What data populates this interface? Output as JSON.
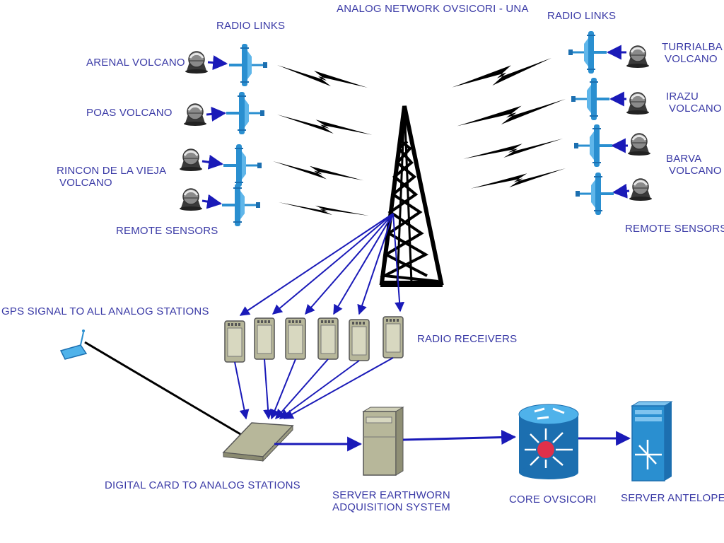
{
  "title": "ANALOG NETWORK OVSICORI - UNA",
  "labels": {
    "radio_links_left": "RADIO LINKS",
    "radio_links_right": "RADIO LINKS",
    "arenal": "ARENAL VOLCANO",
    "poas": "POAS VOLCANO",
    "rincon_line1": "RINCON DE LA VIEJA",
    "rincon_line2": "VOLCANO",
    "remote_left": "REMOTE SENSORS",
    "turrialba_line1": "TURRIALBA",
    "turrialba_line2": "VOLCANO",
    "irazu_line1": "IRAZU",
    "irazu_line2": "VOLCANO",
    "barva_line1": "BARVA",
    "barva_line2": "VOLCANO",
    "remote_right": "REMOTE SENSORS",
    "gps": "GPS SIGNAL TO ALL ANALOG STATIONS",
    "radio_receivers": "RADIO RECEIVERS",
    "digital_card": "DIGITAL CARD TO ANALOG STATIONS",
    "server_ew_line1": "SERVER EARTHWORN",
    "server_ew_line2": "ADQUISITION SYSTEM",
    "core": "CORE OVSICORI",
    "server_antelope": "SERVER ANTELOPE"
  },
  "colors": {
    "label_text": "#3a3aa6",
    "arrow_blue": "#1a1ab8",
    "antenna_blue": "#2a8fd0",
    "tower_black": "#000000",
    "device_beige": "#b7b79a",
    "router_blue": "#1c6fb0"
  },
  "icons": [
    "seismic-sensor-icon",
    "radio-antenna-icon",
    "lightning-bolt-icon",
    "radio-tower-icon",
    "radio-receiver-icon",
    "gps-receiver-icon",
    "digital-card-icon",
    "server-icon",
    "core-router-icon"
  ]
}
